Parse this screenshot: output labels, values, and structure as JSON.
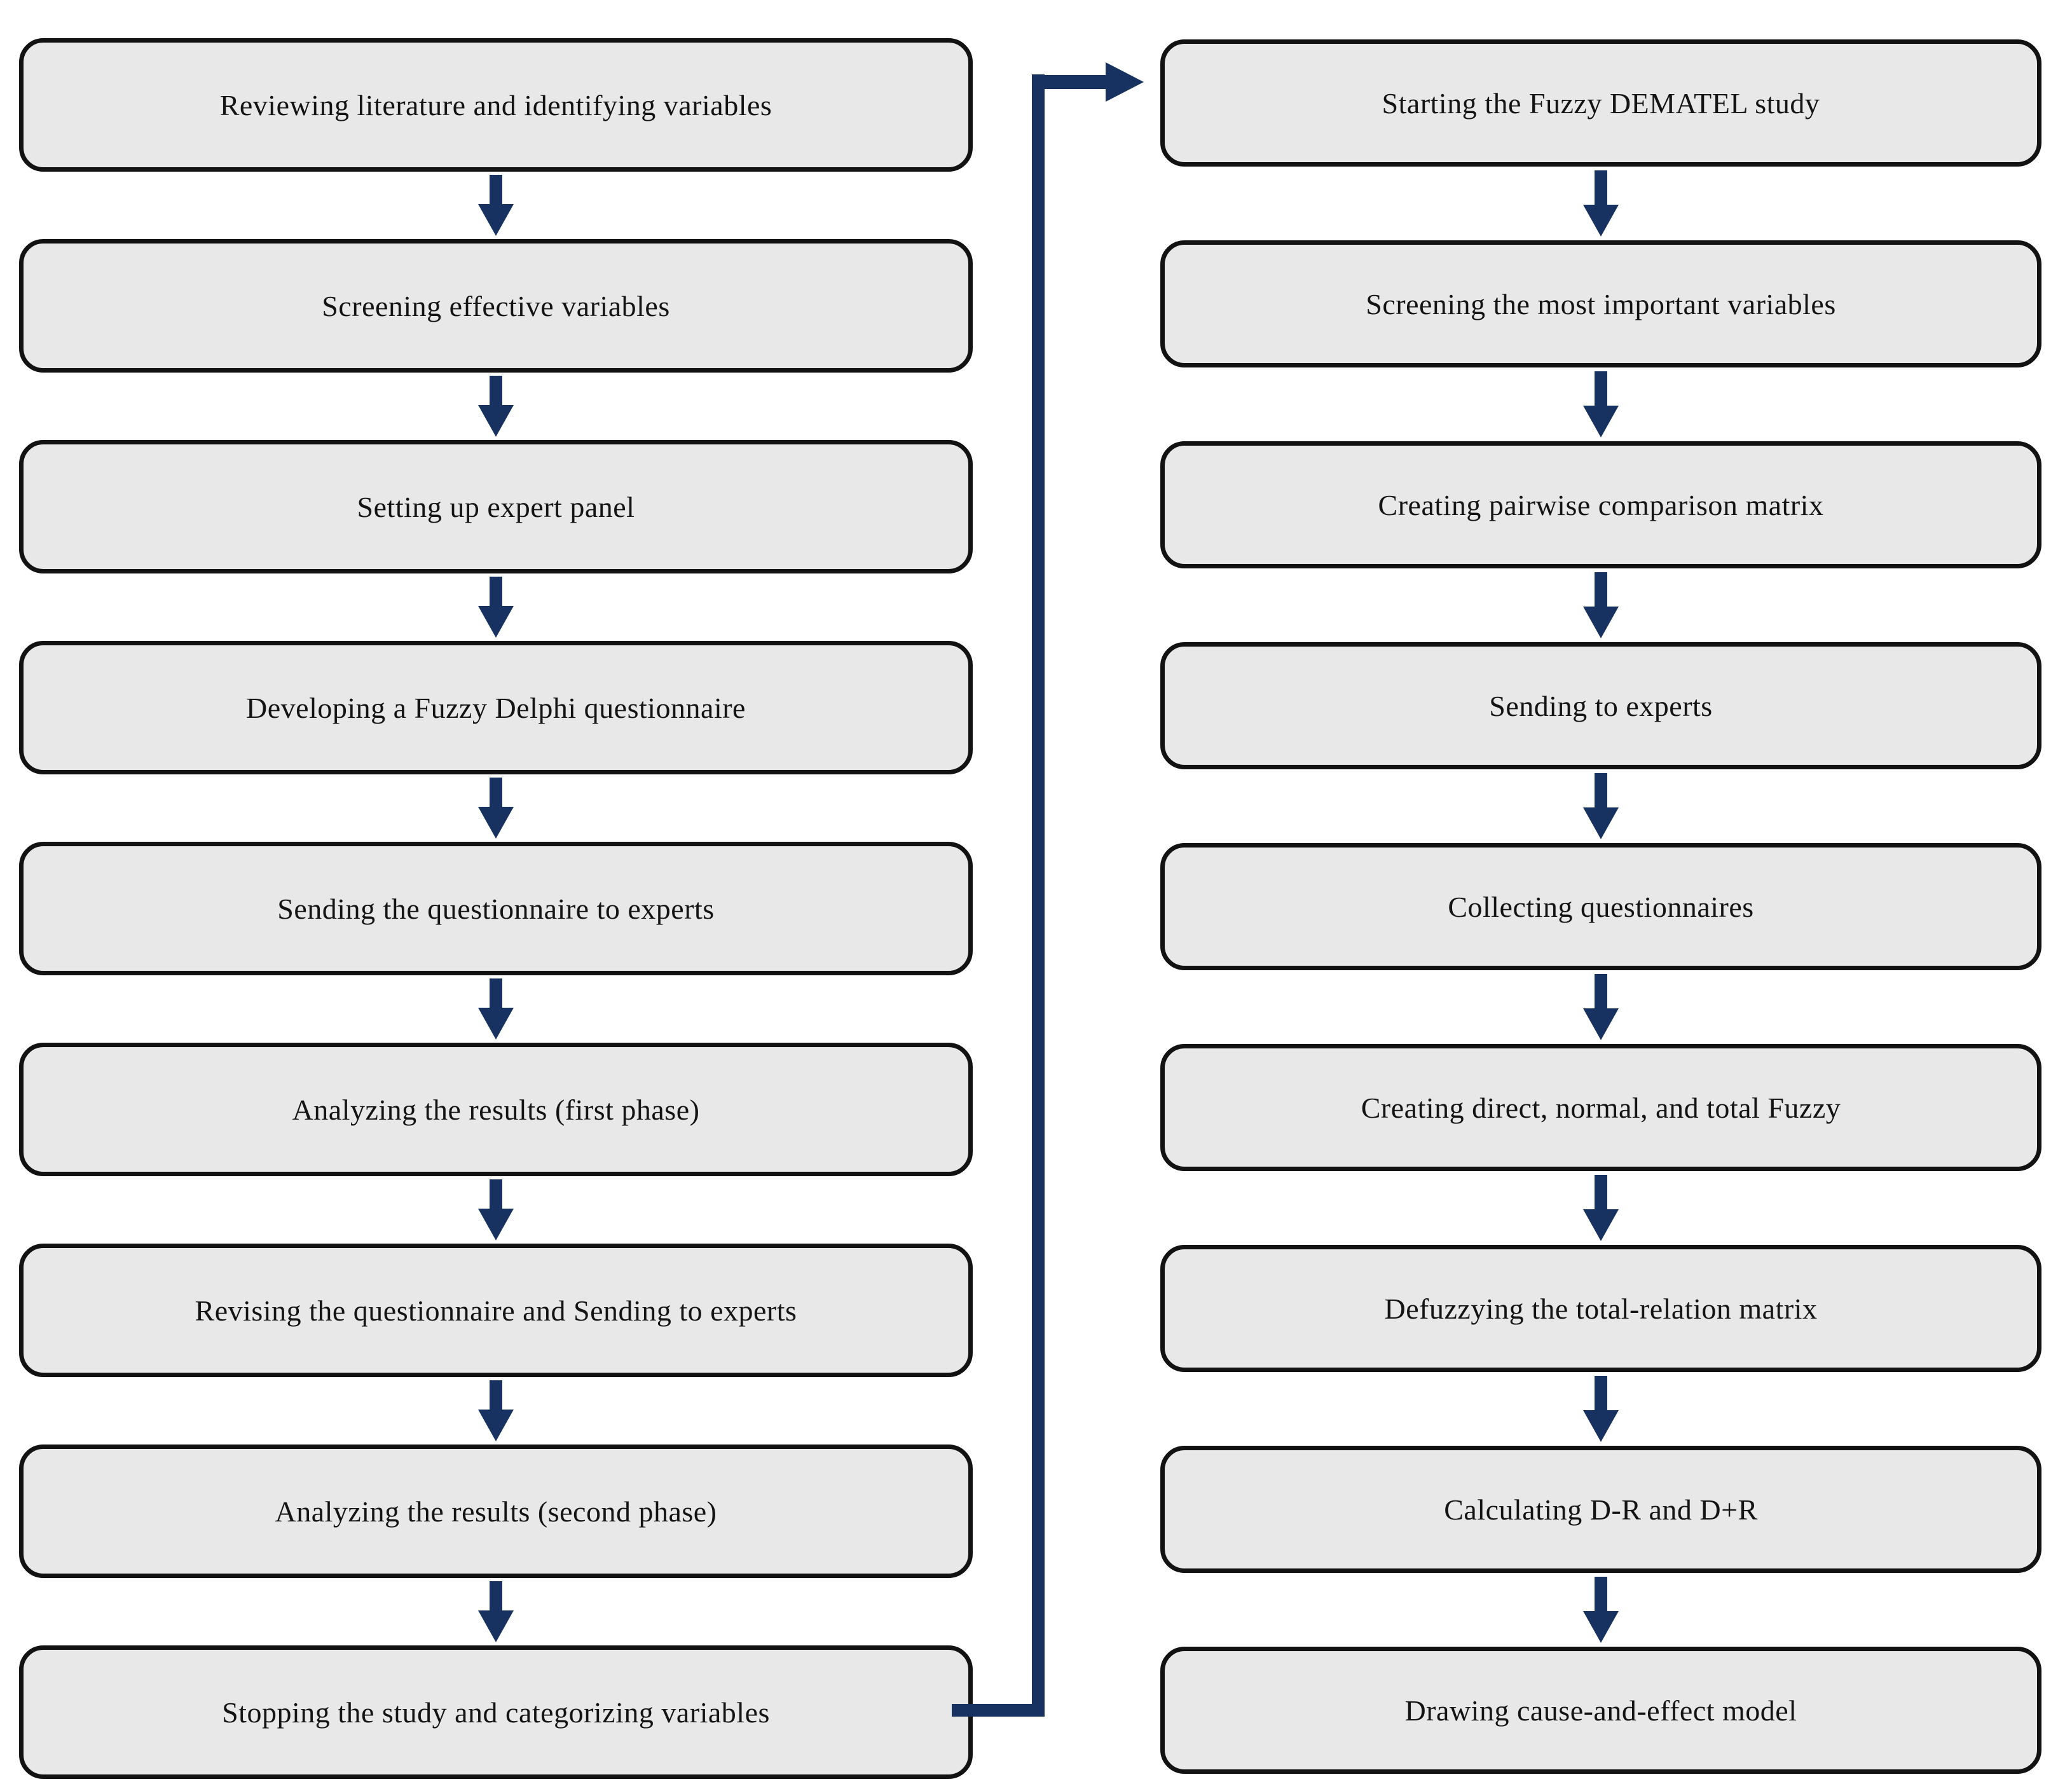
{
  "flowchart": {
    "left_column": {
      "steps": [
        "Reviewing literature and identifying variables",
        "Screening effective variables",
        "Setting up expert panel",
        "Developing a Fuzzy Delphi questionnaire",
        "Sending the questionnaire to experts",
        "Analyzing the results (first phase)",
        "Revising the questionnaire and Sending to experts",
        "Analyzing the results (second phase)",
        "Stopping the study and categorizing variables"
      ]
    },
    "right_column": {
      "steps": [
        "Starting the Fuzzy DEMATEL study",
        "Screening the most important variables",
        "Creating pairwise comparison matrix",
        "Sending to experts",
        "Collecting questionnaires",
        "Creating direct, normal, and total Fuzzy",
        "Defuzzying the total-relation matrix",
        "Calculating D-R and D+R",
        "Drawing cause-and-effect model"
      ]
    },
    "colors": {
      "box_fill": "#e8e8e8",
      "box_border": "#121212",
      "arrow": "#173260",
      "text": "#141414",
      "background": "#ffffff"
    }
  }
}
